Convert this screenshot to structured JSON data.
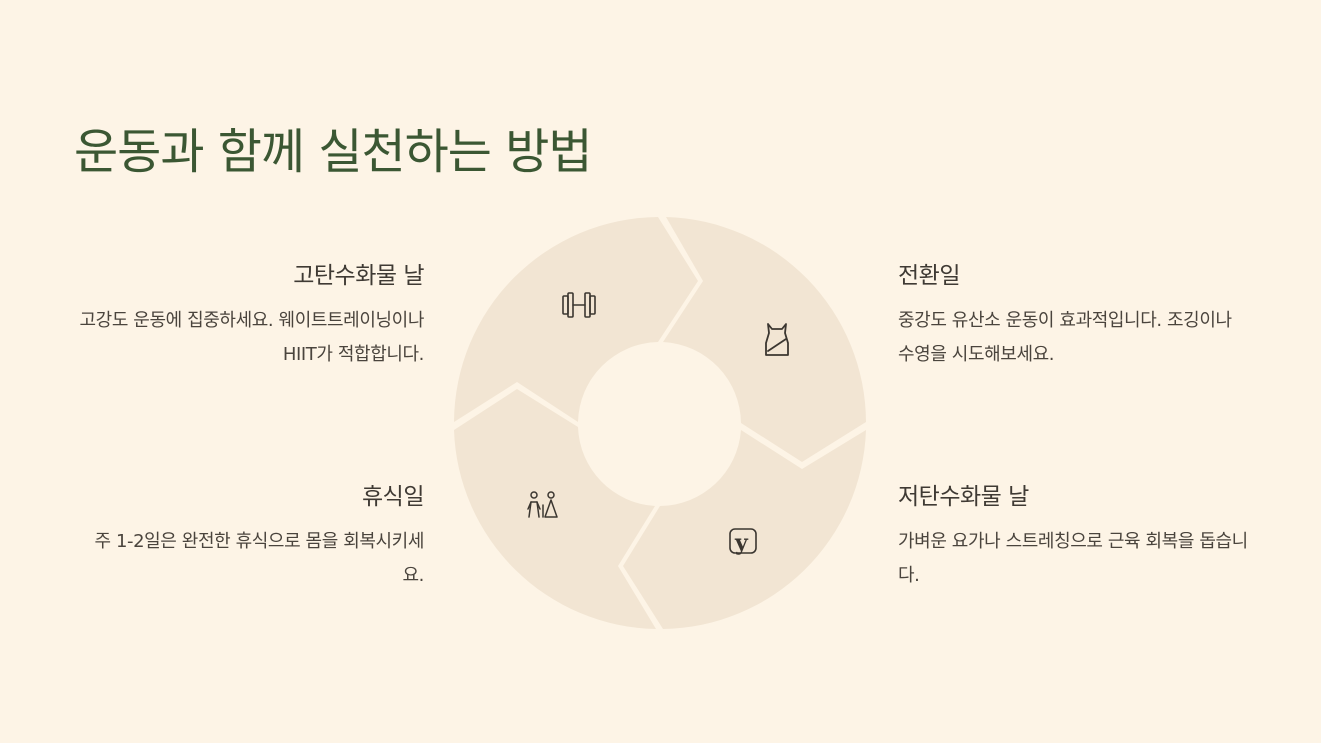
{
  "title": "운동과 함께 실천하는 방법",
  "colors": {
    "background": "#fdf4e6",
    "segment": "#f2e5d3",
    "title": "#3b5733",
    "text": "#3f3a34",
    "icon": "#3b3630"
  },
  "steps": [
    {
      "heading": "고탄수화물 날",
      "body": "고강도 운동에 집중하세요. 웨이트트레이닝이나 HIIT가 적합합니다.",
      "icon": "dumbbell-icon"
    },
    {
      "heading": "전환일",
      "body": "중강도 유산소 운동이 효과적입니다. 조깅이나 수영을 시도해보세요.",
      "icon": "tank-top-icon"
    },
    {
      "heading": "저탄수화물 날",
      "body": "가벼운 요가나 스트레칭으로 근육 회복을 돕습니다.",
      "icon": "yoga-icon"
    },
    {
      "heading": "휴식일",
      "body": "주 1-2일은 완전한 휴식으로 몸을 회복시키세요.",
      "icon": "family-icon"
    }
  ]
}
